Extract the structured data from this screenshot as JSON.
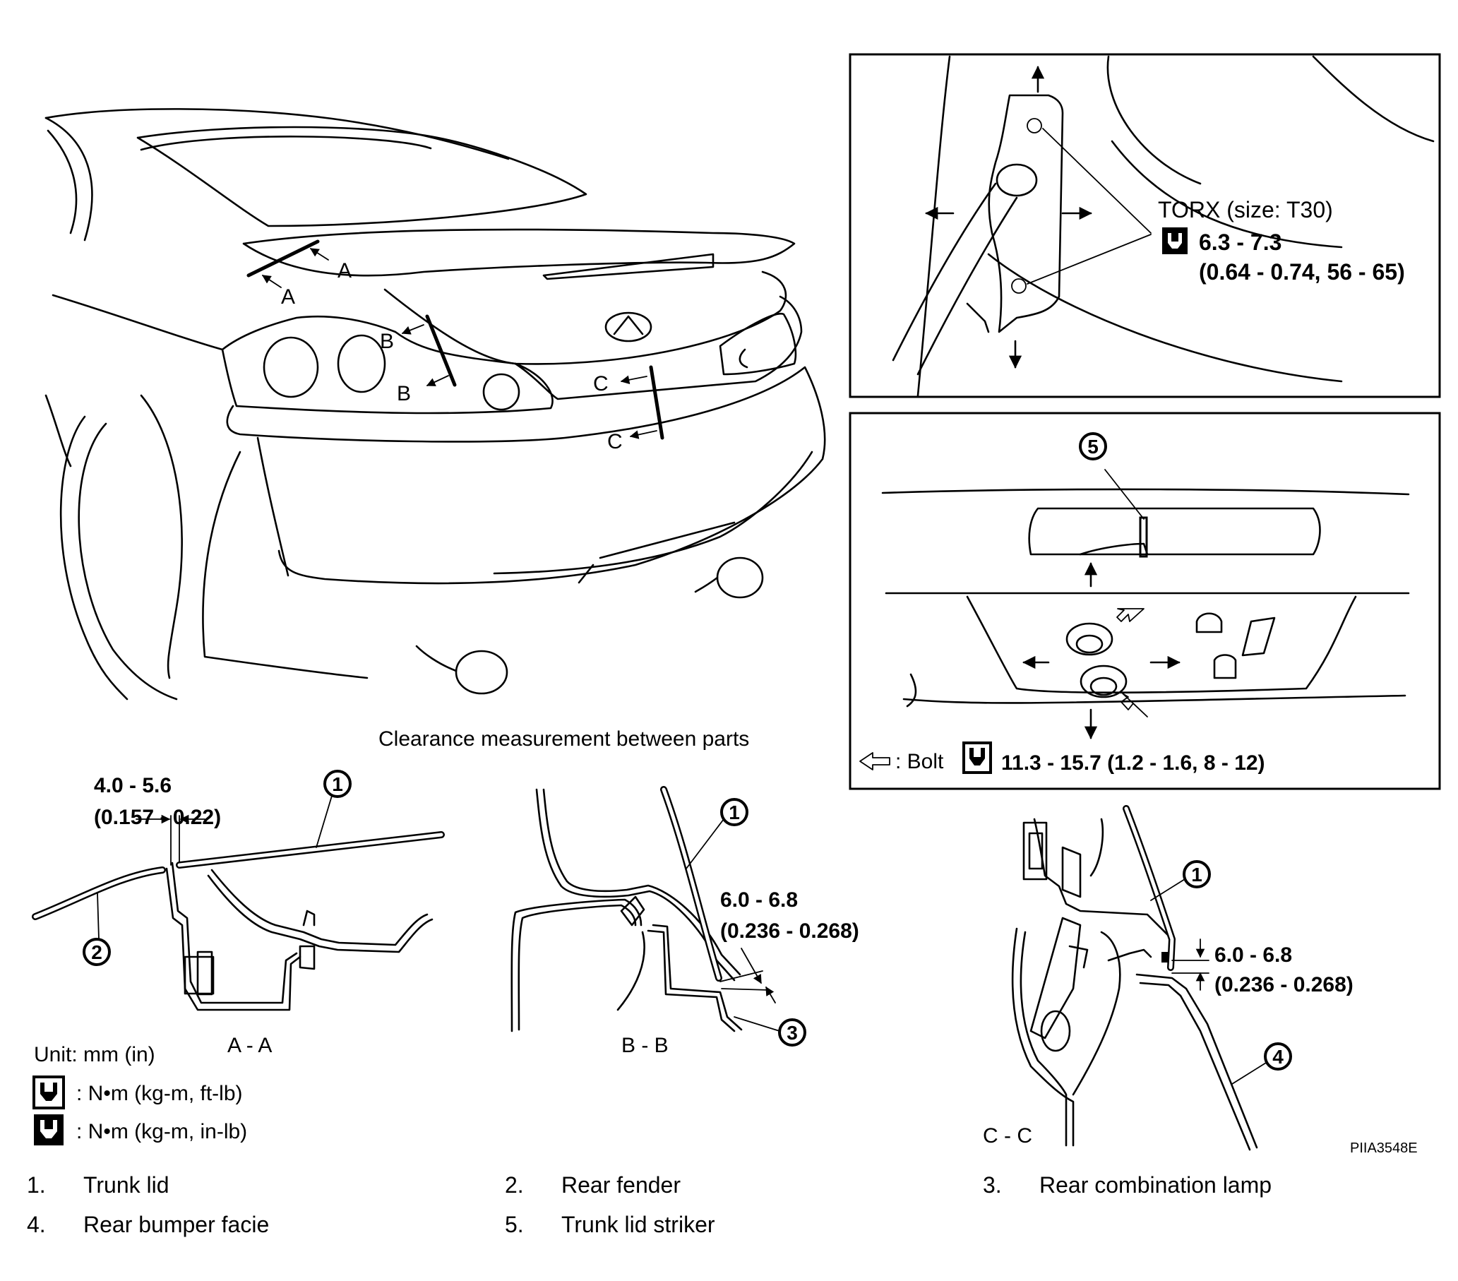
{
  "labels": {
    "sections": {
      "a": "A",
      "b": "B",
      "c": "C"
    },
    "torx": "TORX (size: T30)",
    "torx_torque": "6.3 - 7.3",
    "torx_torque_alt": "(0.64 - 0.74, 56 - 65)",
    "bolt_prefix": ": Bolt",
    "bolt_torque": "11.3 - 15.7 (1.2 - 1.6, 8 - 12)",
    "clearance_title": "Clearance measurement between parts",
    "aa_dim": "4.0 - 5.6",
    "aa_dim_in": "(0.157 - 0.22)",
    "bb_dim": "6.0 - 6.8",
    "bb_dim_in": "(0.236 - 0.268)",
    "cc_dim": "6.0 - 6.8",
    "cc_dim_in": "(0.236 - 0.268)",
    "aa_title": "A - A",
    "bb_title": "B - B",
    "cc_title": "C - C",
    "unit": "Unit: mm (in)",
    "unit_ftlb": ":  N•m  (kg-m,  ft-lb)",
    "unit_inlb": ":  N•m  (kg-m,  in-lb)",
    "figure_code": "PIIA3548E",
    "callouts": {
      "n1": "1",
      "n2": "2",
      "n3": "3",
      "n4": "4",
      "n5": "5"
    }
  },
  "parts": [
    {
      "num": "1.",
      "name": "Trunk lid"
    },
    {
      "num": "2.",
      "name": "Rear fender"
    },
    {
      "num": "3.",
      "name": "Rear combination lamp"
    },
    {
      "num": "4.",
      "name": "Rear bumper facie"
    },
    {
      "num": "5.",
      "name": "Trunk lid striker"
    }
  ],
  "icons": {
    "torque_wrench": "torque-wrench-icon",
    "torque_wrench_inlb": "torque-wrench-inlb-icon",
    "bolt_arrow": "hollow-arrow-icon"
  }
}
